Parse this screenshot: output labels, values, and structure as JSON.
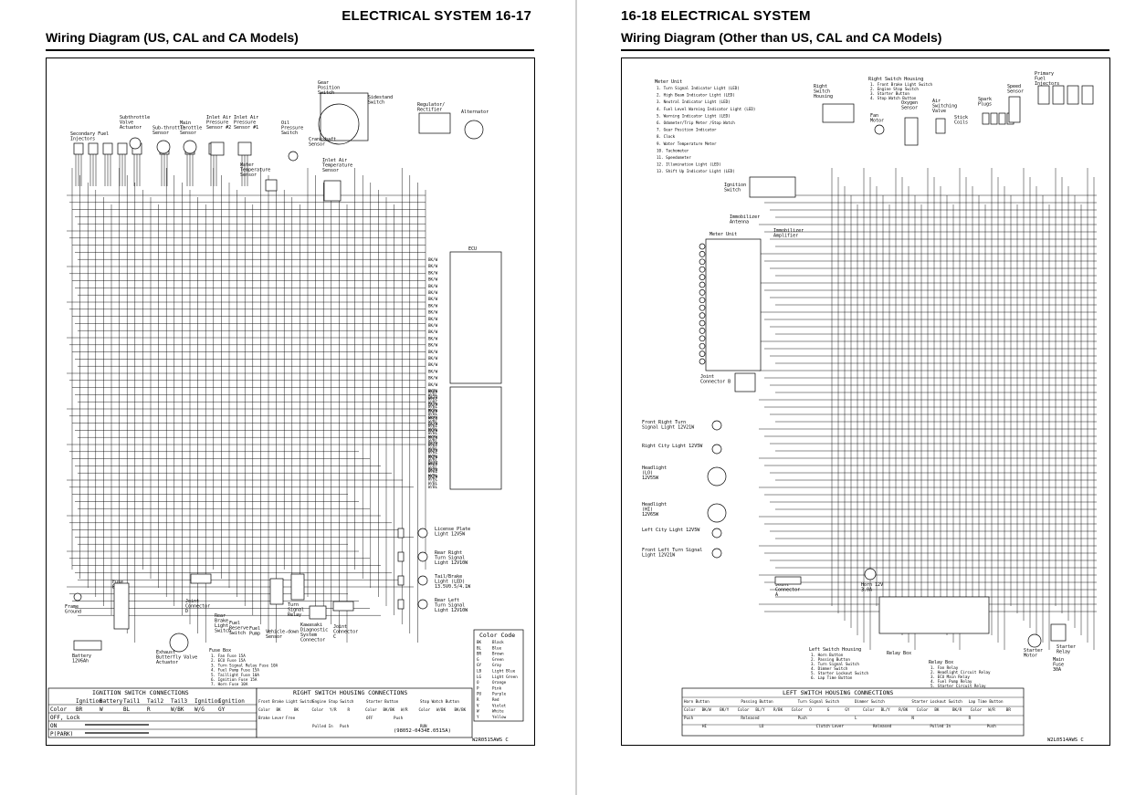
{
  "left_page": {
    "header": "ELECTRICAL SYSTEM 16-17",
    "subtitle": "Wiring Diagram (US, CAL and CA Models)",
    "components": [
      "Secondary Fuel Injectors",
      "Subthrottle Valve Actuator",
      "Sub-throttle Sensor",
      "Main Throttle Sensor",
      "Inlet Air Pressure Sensor #2",
      "Inlet Air Pressure Sensor #1",
      "Oil Pressure Switch",
      "Water Temperature Sensor",
      "Crankshaft Sensor",
      "Inlet Air Temperature Sensor",
      "Gear Position Switch",
      "Sidestand Switch",
      "Regulator/ Rectifier",
      "Alternator",
      "ECU",
      "Frame Ground",
      "Fuse Box",
      "Battery 12V6Ah",
      "Exhaust Butterfly Valve Actuator",
      "Joint Connector D",
      "Rear Brake Light Switch",
      "Fuel Reserve Switch",
      "Fuel Pump",
      "Vehicle-down Sensor",
      "Turn Signal Relay",
      "Kawasaki Diagnostic System Connector",
      "Joint Connector C",
      "License Plate Light 12V5W",
      "Rear Right Turn Signal Light 12V10W",
      "Tail/Brake Light (LED) 13.5V0.5/4.1W",
      "Rear Left Turn Signal Light 12V10W"
    ],
    "fuse_box_title": "Fuse Box",
    "fuses": [
      "1. Fan Fuse 15A",
      "2. ECU Fuse 15A",
      "3. Turn Signal Relay Fuse 10A",
      "4. Fuel Pump Fuse 15A",
      "5. Taillight Fuse 10A",
      "6. Ignition Fuse 15A",
      "7. Horn Fuse 10A"
    ],
    "ignition_table": {
      "title": "IGNITION SWITCH CONNECTIONS",
      "columns": [
        "Ignition",
        "Battery",
        "Tail1",
        "Tail2",
        "Tail3",
        "Ignition",
        "Ignition"
      ],
      "rows": [
        [
          "Color",
          "BR",
          "W",
          "BL",
          "R",
          "W/BK",
          "W/G",
          "GY"
        ],
        [
          "OFF, Lock",
          "",
          "",
          "",
          "",
          "",
          "",
          ""
        ],
        [
          "ON",
          "",
          "",
          "",
          "",
          "",
          "",
          ""
        ],
        [
          "P(PARK)",
          "",
          "",
          "",
          "",
          "",
          "",
          ""
        ]
      ]
    },
    "right_switch_table": {
      "title": "RIGHT SWITCH HOUSING CONNECTIONS",
      "groups": [
        "Front Brake Light Switch",
        "Engine Stop Switch",
        "Starter Button",
        "Stop Watch Button"
      ],
      "color_row": [
        "Color",
        "BK",
        "BK",
        "Color",
        "Y/R",
        "R",
        "Color",
        "BK/BK",
        "W/R",
        "Color",
        "W/BK",
        "BK/BK"
      ],
      "states": [
        "Brake Lever",
        "Pulled In",
        "OFF",
        "RUN",
        "Free",
        "Push",
        "Push"
      ]
    },
    "color_code": {
      "title": "Color Code",
      "entries": [
        [
          "BK",
          "Black"
        ],
        [
          "BL",
          "Blue"
        ],
        [
          "BR",
          "Brown"
        ],
        [
          "G",
          "Green"
        ],
        [
          "GY",
          "Gray"
        ],
        [
          "LB",
          "Light Blue"
        ],
        [
          "LG",
          "Light Green"
        ],
        [
          "O",
          "Orange"
        ],
        [
          "P",
          "Pink"
        ],
        [
          "PU",
          "Purple"
        ],
        [
          "R",
          "Red"
        ],
        [
          "V",
          "Violet"
        ],
        [
          "W",
          "White"
        ],
        [
          "Y",
          "Yellow"
        ]
      ]
    },
    "part_number": "(98052-0434E.0515A)",
    "drawing_code": "W2R0515AWS C"
  },
  "right_page": {
    "header": "16-18 ELECTRICAL SYSTEM",
    "subtitle": "Wiring Diagram (Other than US, CAL and CA Models)",
    "meter_unit_title": "Meter Unit",
    "meter_items": [
      "1. Turn Signal Indicator Light (LED)",
      "2. High Beam Indicator Light (LED)",
      "3. Neutral Indicator Light (LED)",
      "4. Fuel Level Warning Indicator Light (LED)",
      "5. Warning Indicator Light (LED)",
      "6. Odometer/Trip Meter /Stop Watch",
      "7. Gear Position Indicator",
      "8. Clock",
      "9. Water Temperature Meter",
      "10. Tachometer",
      "11. Speedometer",
      "12. Illumination Light (LED)",
      "13. Shift Up Indicator Light (LED)"
    ],
    "right_switch_housing_title": "Right Switch Housing",
    "right_switch_items": [
      "1. Front Brake Light Switch",
      "2. Engine Stop Switch",
      "3. Starter Button",
      "4. Stop Watch Button"
    ],
    "components": [
      "Right Switch Housing",
      "Fan Motor",
      "Oxygen Sensor",
      "Air Switching Valve",
      "Stick Coils",
      "Spark Plugs",
      "Speed Sensor",
      "Primary Fuel Injectors",
      "Ignition Switch",
      "Immobilizer Antenna",
      "Immobilizer Amplifier",
      "Meter Unit",
      "Joint Connector B",
      "Front Right Turn Signal Light 12V21W",
      "Right City Light 12V5W",
      "Headlight (LO) 12V55W",
      "Headlight (HI) 12V65W",
      "Left City Light 12V5W",
      "Front Left Turn Signal Light 12V21W",
      "Joint Connector A",
      "Horn 12V 3.0A",
      "Relay Box",
      "Starter Motor",
      "Starter Relay",
      "Main Fuse 30A"
    ],
    "left_switch_housing_title": "Left Switch Housing",
    "left_switch_items": [
      "1. Horn Button",
      "2. Passing Button",
      "3. Turn Signal Switch",
      "4. Dimmer Switch",
      "5. Starter Lockout Switch",
      "6. Lap Time Button"
    ],
    "relay_box_title": "Relay Box",
    "relay_items": [
      "1. Fan Relay",
      "2. Headlight Circuit Relay",
      "3. ECU Main Relay",
      "4. Fuel Pump Relay",
      "5. Starter Circuit Relay"
    ],
    "left_switch_table": {
      "title": "LEFT SWITCH HOUSING CONNECTIONS",
      "groups": [
        "Horn Button",
        "Passing Button",
        "Turn Signal Switch",
        "Dimmer Switch",
        "Starter Lockout Switch",
        "Lap Time Button"
      ],
      "color_row": [
        "Color",
        "BK/W",
        "BK/Y",
        "Color",
        "BL/Y",
        "R/BK",
        "Color",
        "O",
        "G",
        "GY",
        "Color",
        "BL/Y",
        "R/BK",
        "Color",
        "BK",
        "BK/R",
        "Color",
        "W/R",
        "BR"
      ],
      "states": [
        "Push",
        "Released",
        "Push",
        "L",
        "N",
        "R",
        "HI",
        "LO",
        "Clutch Lever",
        "Released",
        "Pulled In",
        "Push"
      ]
    },
    "drawing_code": "W2L0514AWS C"
  }
}
